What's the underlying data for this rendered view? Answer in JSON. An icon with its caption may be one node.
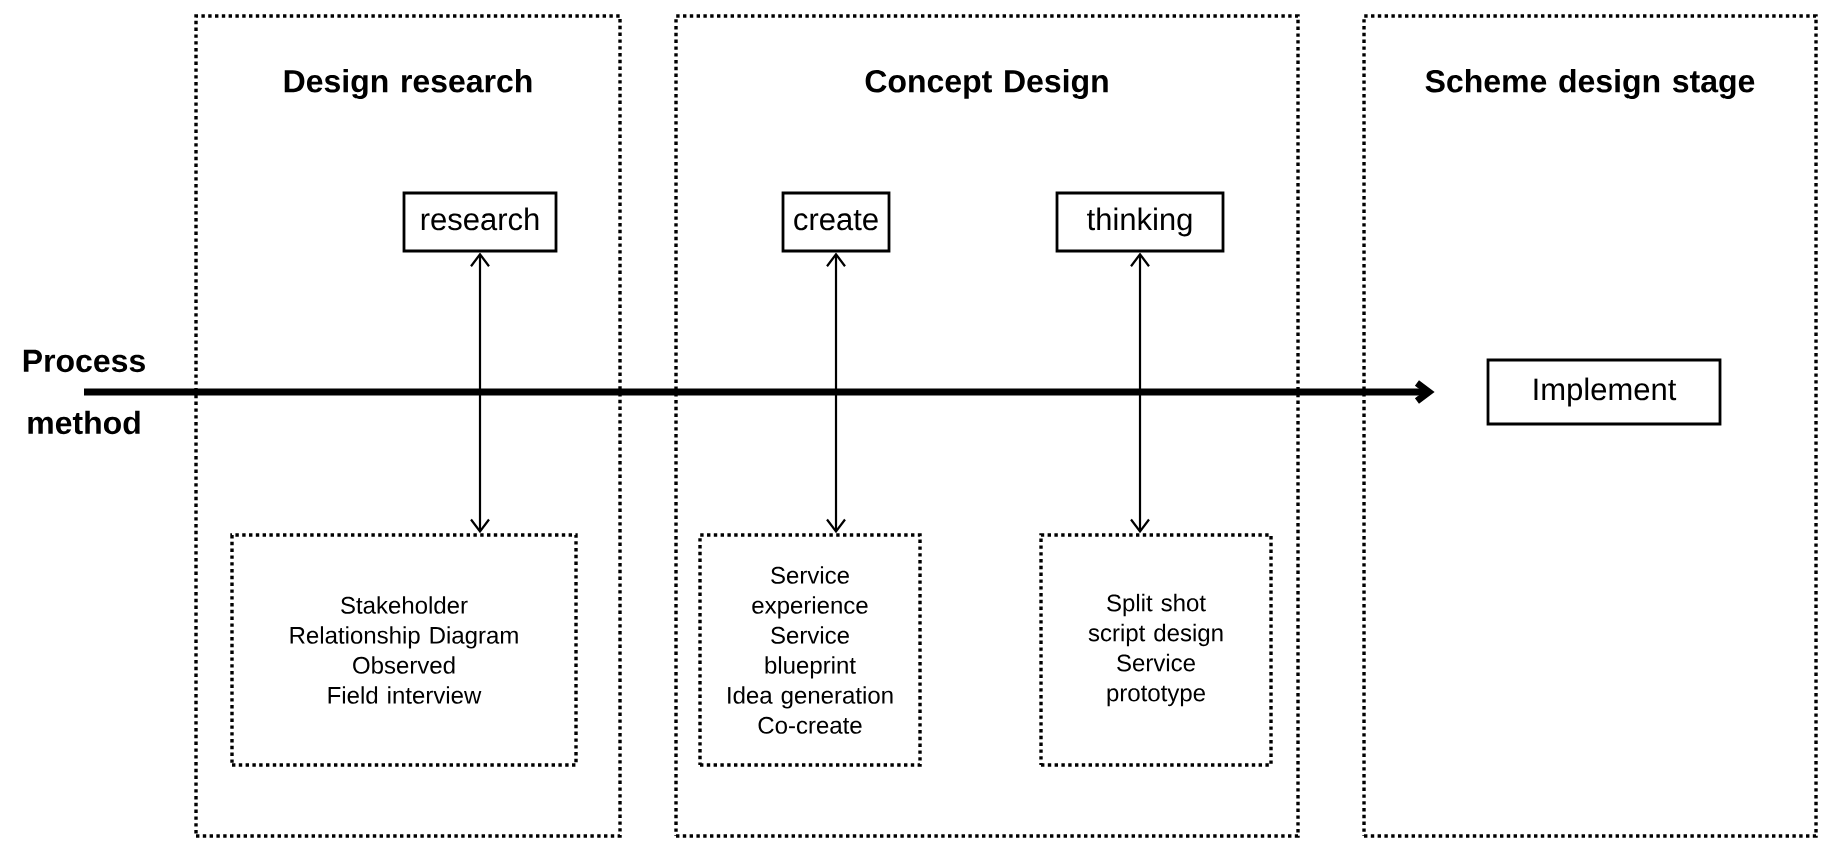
{
  "diagram": {
    "nodes": [
      {
        "text": [
          "Design research"
        ]
      },
      {
        "text": [
          "Concept Design"
        ]
      },
      {
        "text": [
          "Scheme design stage"
        ]
      },
      {
        "text": [
          "research"
        ],
        "in": 0
      },
      {
        "text": [
          "create"
        ],
        "in": 1
      },
      {
        "text": [
          "thinking"
        ],
        "in": 1
      },
      {
        "text": [
          "Implement"
        ],
        "in": 2
      },
      {
        "text": [
          "Stakeholder Relationship Diagram",
          "Observed",
          "Field interview"
        ],
        "in": 0
      },
      {
        "text": [
          "Service experience",
          "Service blueprint",
          "Idea generation",
          "Co-create"
        ],
        "in": 1
      },
      {
        "text": [
          "Split shot script design",
          "Service prototype"
        ],
        "in": 1
      },
      {
        "text": [
          "Process method"
        ]
      }
    ],
    "edges": [
      {
        "from": 3,
        "to": 7,
        "arrow": "both"
      },
      {
        "from": 4,
        "to": 8,
        "arrow": "both"
      },
      {
        "from": 5,
        "to": 9,
        "arrow": "both"
      },
      {
        "from": 10,
        "to": 6,
        "arrow": "to",
        "style": "thick"
      }
    ]
  }
}
